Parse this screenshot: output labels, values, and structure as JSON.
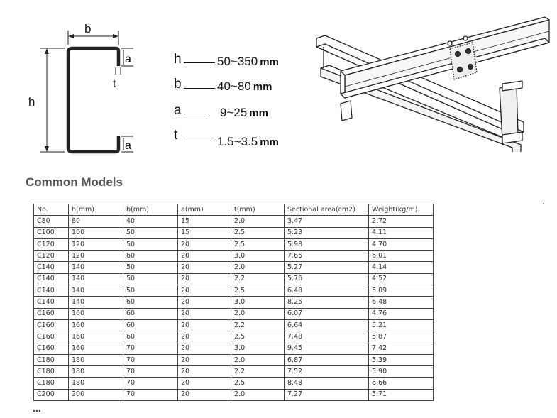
{
  "diagram": {
    "labels": {
      "h": "h",
      "b": "b",
      "a_top": "a",
      "a_bottom": "a",
      "t": "t"
    }
  },
  "dimensions": [
    {
      "symbol": "h",
      "value": "50~350",
      "unit": "mm"
    },
    {
      "symbol": "b",
      "value": "40~80",
      "unit": "mm"
    },
    {
      "symbol": "a",
      "value": "9~25",
      "unit": "mm"
    },
    {
      "symbol": "t",
      "value": "1.5~3.5",
      "unit": "mm"
    }
  ],
  "section_title": "Common Models",
  "table": {
    "headers": [
      "No.",
      "h(mm)",
      "b(mm)",
      "a(mm)",
      "t(mm)",
      "Sectional area(cm2)",
      "Weight(kg/m)"
    ],
    "rows": [
      [
        "C80",
        "80",
        "40",
        "15",
        "2.0",
        "3.47",
        "2.72"
      ],
      [
        "C100",
        "100",
        "50",
        "15",
        "2.5",
        "5.23",
        "4.11"
      ],
      [
        "C120",
        "120",
        "50",
        "20",
        "2.5",
        "5.98",
        "4.70"
      ],
      [
        "C120",
        "120",
        "60",
        "20",
        "3.0",
        "7.65",
        "6.01"
      ],
      [
        "C140",
        "140",
        "50",
        "20",
        "2.0",
        "5.27",
        "4.14"
      ],
      [
        "C140",
        "140",
        "50",
        "20",
        "2.2",
        "5.76",
        "4.52"
      ],
      [
        "C140",
        "140",
        "50",
        "20",
        "2.5",
        "6.48",
        "5.09"
      ],
      [
        "C140",
        "140",
        "60",
        "20",
        "3.0",
        "8.25",
        "6.48"
      ],
      [
        "C160",
        "160",
        "60",
        "20",
        "2.0",
        "6.07",
        "4.76"
      ],
      [
        "C160",
        "160",
        "60",
        "20",
        "2.2",
        "6.64",
        "5.21"
      ],
      [
        "C160",
        "160",
        "60",
        "20",
        "2.5",
        "7.48",
        "5.87"
      ],
      [
        "C160",
        "160",
        "70",
        "20",
        "3.0",
        "9.45",
        "7.42"
      ],
      [
        "C180",
        "180",
        "70",
        "20",
        "2.0",
        "6.87",
        "5.39"
      ],
      [
        "C180",
        "180",
        "70",
        "20",
        "2.2",
        "7.52",
        "5.90"
      ],
      [
        "C180",
        "180",
        "70",
        "20",
        "2.5",
        "8.48",
        "6.66"
      ],
      [
        "C200",
        "200",
        "70",
        "20",
        "2.0",
        "7.27",
        "5.71"
      ]
    ]
  },
  "ellipsis": "..."
}
